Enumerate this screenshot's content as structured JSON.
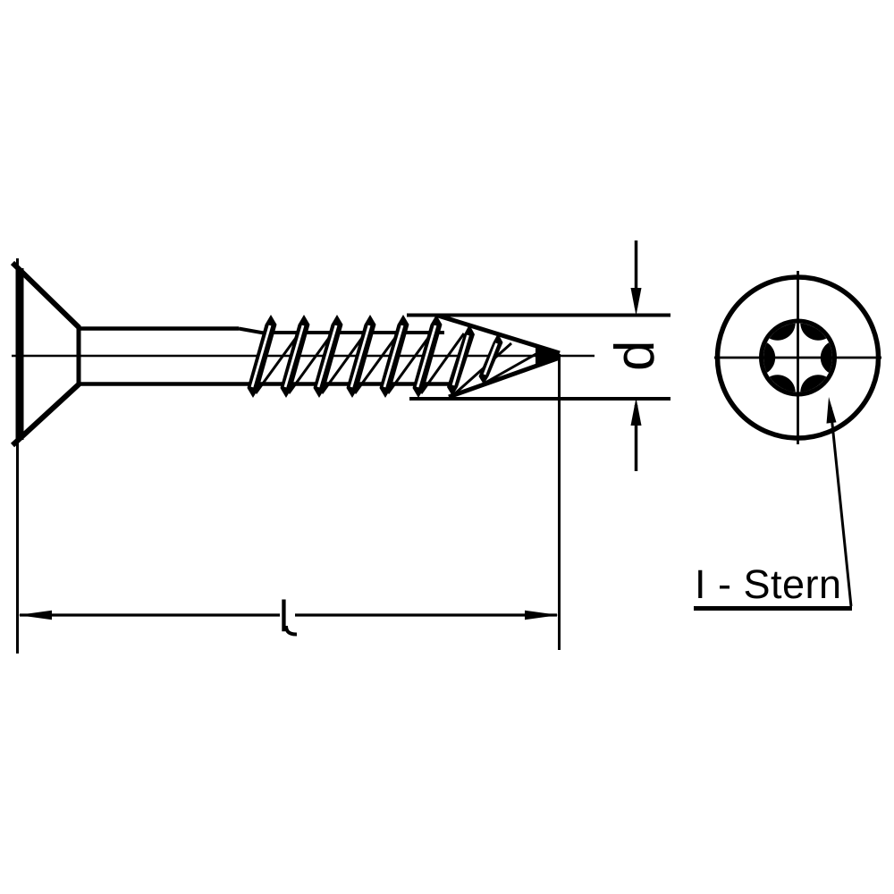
{
  "drawing": {
    "type": "technical-drawing-countersunk-torx-screw",
    "labels": {
      "diameter": "d",
      "length": "l",
      "drive": "I - Stern"
    },
    "colors": {
      "ink": "#000000",
      "paper": "#ffffff"
    }
  }
}
